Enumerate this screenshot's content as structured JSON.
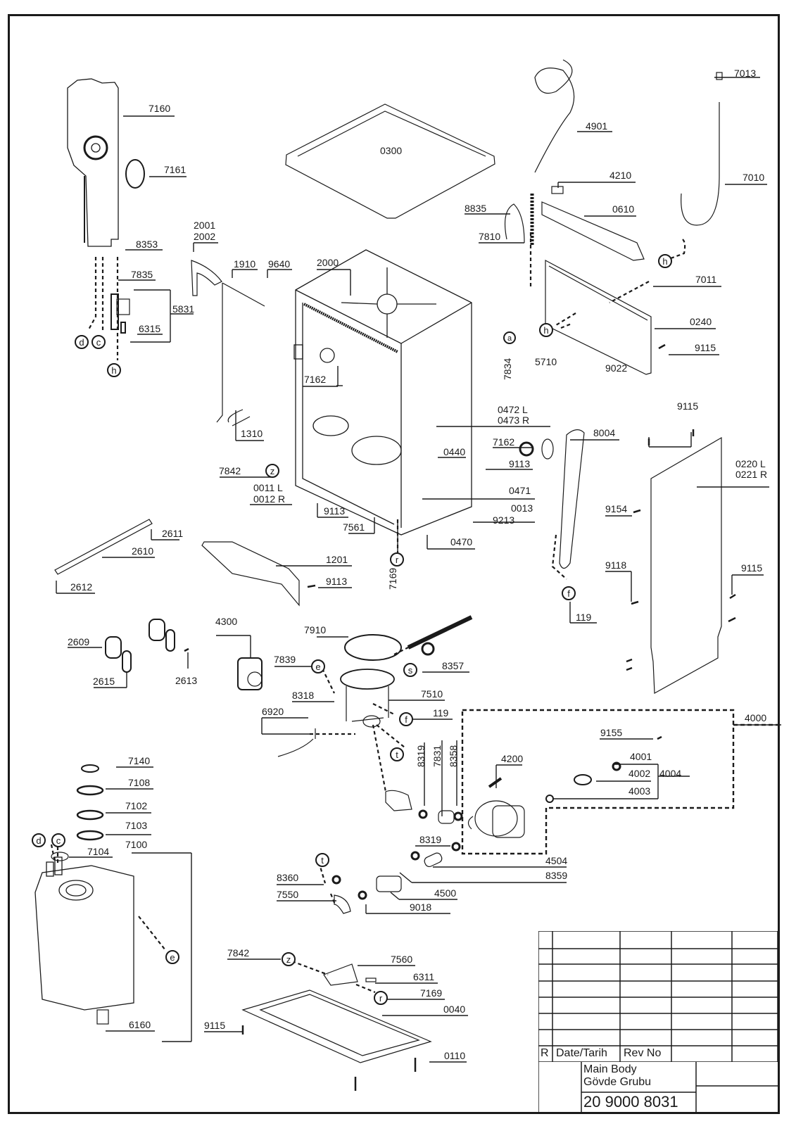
{
  "drawing": {
    "title_en": "Main Body",
    "title_tr": "Gövde Grubu",
    "drawing_number": "20 9000 8031",
    "revision_table": {
      "headers": [
        "R",
        "Date/Tarih",
        "Rev No",
        "",
        ""
      ],
      "empty_rows": 7
    }
  },
  "labels": {
    "p7160": "7160",
    "p7161": "7161",
    "p8353": "8353",
    "p7835": "7835",
    "p5831": "5831",
    "p6315": "6315",
    "p2001": "2001",
    "p2002": "2002",
    "p1910": "1910",
    "p9640": "9640",
    "p2000": "2000",
    "p0300": "0300",
    "p4901": "4901",
    "p7013": "7013",
    "p4210": "4210",
    "p7010": "7010",
    "p8835": "8835",
    "p0610": "0610",
    "p7810": "7810",
    "p7011": "7011",
    "p0240": "0240",
    "p9115a": "9115",
    "p7834": "7834",
    "p5710": "5710",
    "p9022": "9022",
    "p7162a": "7162",
    "p1310": "1310",
    "p0472": "0472 L",
    "p0473": "0473 R",
    "p7842a": "7842",
    "p0440": "0440",
    "p7162b": "7162",
    "p9113a": "9113",
    "p0011": "0011 L",
    "p0012": "0012 R",
    "p9113b": "9113",
    "p0471": "0471",
    "p0013": "0013",
    "p9213": "9213",
    "p7561": "7561",
    "p0470": "0470",
    "p8004": "8004",
    "p9115b": "9115",
    "p0220": "0220 L",
    "p0221": "0221 R",
    "p9154": "9154",
    "p2611": "2611",
    "p2610": "2610",
    "p2612": "2612",
    "p1201": "1201",
    "p9113c": "9113",
    "p7169a": "7169",
    "p9118": "9118",
    "p9115c": "9115",
    "p119a": "119",
    "p4300": "4300",
    "p7910": "7910",
    "p2609": "2609",
    "p2615": "2615",
    "p2613": "2613",
    "p7839": "7839",
    "p8357": "8357",
    "p8318": "8318",
    "p7510": "7510",
    "p6920": "6920",
    "p119b": "119",
    "p4000": "4000",
    "p9155": "9155",
    "p4001": "4001",
    "p4002": "4002",
    "p4004": "4004",
    "p4003": "4003",
    "p8319a": "8319",
    "p7831": "7831",
    "p8358": "8358",
    "p4200": "4200",
    "p7140": "7140",
    "p7108": "7108",
    "p7102": "7102",
    "p7103": "7103",
    "p7100": "7100",
    "p7104": "7104",
    "p8319b": "8319",
    "p4504": "4504",
    "p8359": "8359",
    "p8360": "8360",
    "p4500": "4500",
    "p7550": "7550",
    "p9018": "9018",
    "p6160": "6160",
    "p7842b": "7842",
    "p7560": "7560",
    "p6311": "6311",
    "p7169b": "7169",
    "p0040": "0040",
    "p9115d": "9115",
    "p0110": "0110"
  },
  "connectors": {
    "a": "a",
    "c": "c",
    "d": "d",
    "e": "e",
    "f": "f",
    "h": "h",
    "r": "r",
    "s": "s",
    "t": "t",
    "z": "z"
  }
}
